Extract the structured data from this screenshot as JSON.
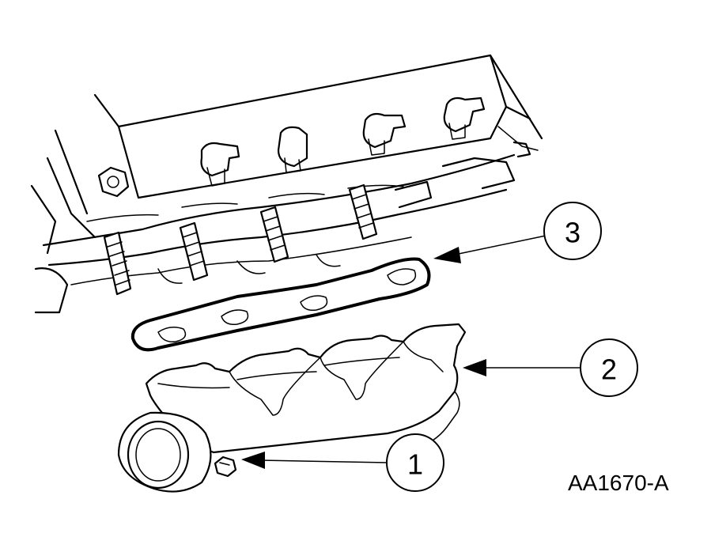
{
  "figure_id": "AA1670-A",
  "callouts": [
    {
      "number": "1",
      "part": "nut"
    },
    {
      "number": "2",
      "part": "exhaust-manifold"
    },
    {
      "number": "3",
      "part": "gasket"
    }
  ]
}
